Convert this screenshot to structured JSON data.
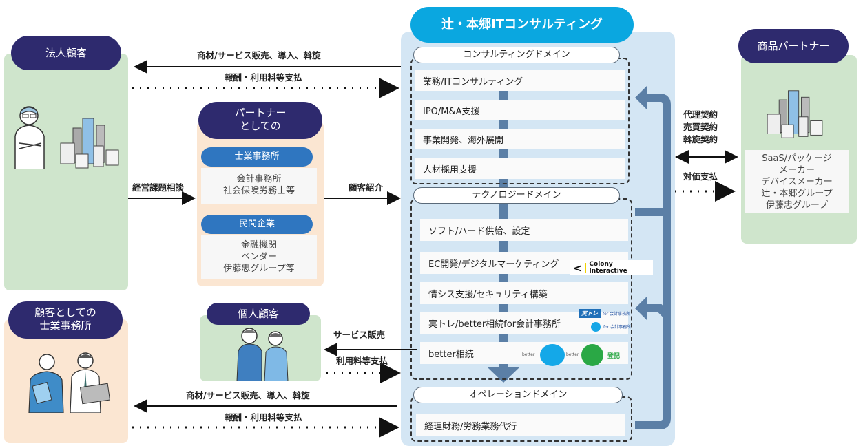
{
  "company": {
    "title": "辻・本郷ITコンサルティング",
    "domains": [
      {
        "name": "コンサルティングドメイン",
        "services": [
          "業務/ITコンサルティング",
          "IPO/M&A支援",
          "事業開発、海外展開",
          "人材採用支援"
        ]
      },
      {
        "name": "テクノロジードメイン",
        "services": [
          "ソフト/ハード供給、設定",
          "EC開発/デジタルマーケティング",
          "情シス支援/セキュリティ構築",
          "実トレ/better相続for会計事務所",
          "better相続"
        ]
      },
      {
        "name": "オペレーションドメイン",
        "services": [
          "経理財務/労務業務代行"
        ]
      }
    ],
    "logos": {
      "colony": "Colony Interactive",
      "jitsutore": "実トレ",
      "jitsutore_sub": "for 会計事務所",
      "better_label": "better",
      "better_for": "for 会計事務所",
      "touki": "登記"
    }
  },
  "corporate_client": {
    "title": "法人顧客"
  },
  "partner": {
    "title_line1": "パートナー",
    "title_line2": "としての",
    "groups": [
      {
        "label": "士業事務所",
        "lines": [
          "会計事務所",
          "社会保険労務士等"
        ]
      },
      {
        "label": "民間企業",
        "lines": [
          "金融機関",
          "ベンダー",
          "伊藤忠グループ等"
        ]
      }
    ]
  },
  "product_partner": {
    "title": "商品パートナー",
    "lines": [
      "SaaS/パッケージ",
      "メーカー",
      "デバイスメーカー",
      "辻・本郷グループ",
      "伊藤忠グループ"
    ]
  },
  "professional_client": {
    "title_line1": "顧客としての",
    "title_line2": "士業事務所"
  },
  "individual_client": {
    "title": "個人顧客"
  },
  "flows": {
    "corp_sales": "商材/サービス販売、導入、斡旋",
    "corp_payment": "報酬・利用料等支払",
    "consult": "経営課題相談",
    "referral": "顧客紹介",
    "contracts": [
      "代理契約",
      "売買契約",
      "斡旋契約"
    ],
    "consideration": "対価支払",
    "indiv_sales": "サービス販売",
    "indiv_payment": "利用料等支払",
    "prof_sales": "商材/サービス販売、導入、斡旋",
    "prof_payment": "報酬・利用料等支払"
  },
  "colors": {
    "navy": "#2e2a6e",
    "cyan": "#0aa7e0",
    "blue": "#2f76c0",
    "steel": "#5b7fa6",
    "green_panel": "#cfe5cc",
    "peach_panel": "#fbe6d2",
    "light_blue_panel": "#d4e6f4"
  }
}
